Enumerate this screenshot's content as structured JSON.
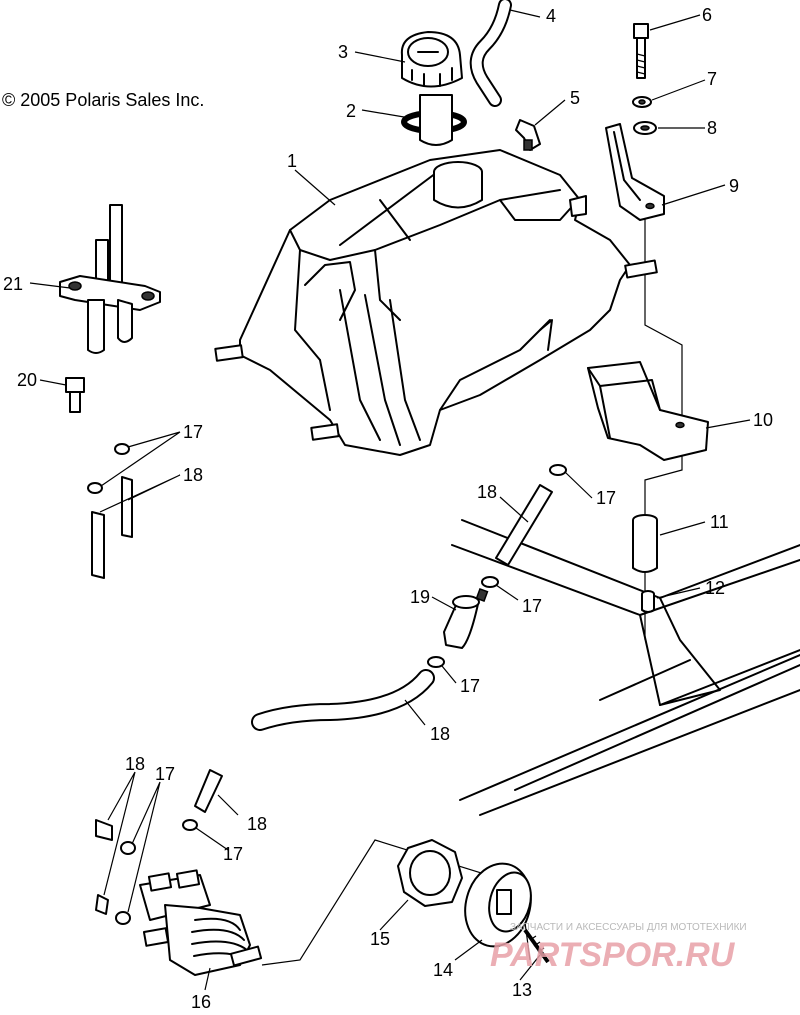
{
  "copyright": "© 2005 Polaris Sales Inc.",
  "watermark": {
    "tagline": "ЗАПЧАСТИ И АКСЕССУАРЫ ДЛЯ МОТОТЕХНИКИ",
    "brand": "PARTSPOR.RU"
  },
  "callouts": [
    "1",
    "2",
    "3",
    "4",
    "5",
    "6",
    "7",
    "8",
    "9",
    "10",
    "11",
    "12",
    "13",
    "14",
    "15",
    "16",
    "17",
    "17",
    "17",
    "17",
    "17",
    "17",
    "18",
    "18",
    "18",
    "18",
    "18",
    "19",
    "20",
    "21"
  ]
}
